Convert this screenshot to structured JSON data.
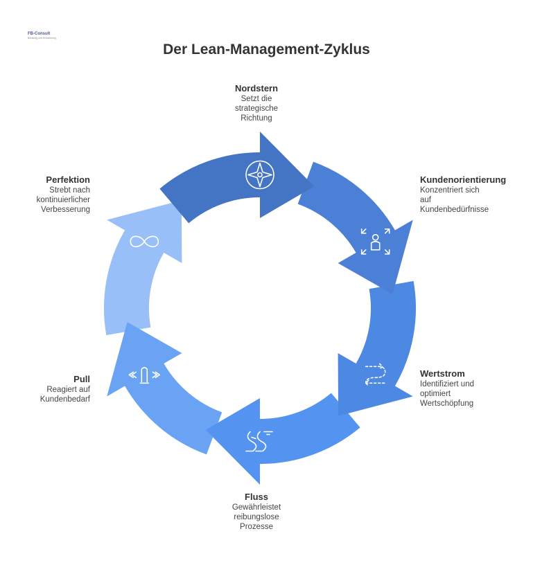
{
  "logo": {
    "text": "FB-Consult",
    "subtext": "Beratung und Entwicklung"
  },
  "title": "Der Lean-Management-Zyklus",
  "stages": [
    {
      "id": "nordstern",
      "title": "Nordstern",
      "description": "Setzt die\nstrategische\nRichtung",
      "icon": "compass-icon",
      "color": "#4474c4"
    },
    {
      "id": "kunden",
      "title": "Kundenorientierung",
      "description": "Konzentriert sich\nauf\nKundenbedürfnisse",
      "icon": "customer-focus-icon",
      "color": "#4c80d6"
    },
    {
      "id": "wertstrom",
      "title": "Wertstrom",
      "description": "Identifiziert und\noptimiert\nWertschöpfung",
      "icon": "value-stream-icon",
      "color": "#4d88e2"
    },
    {
      "id": "fluss",
      "title": "Fluss",
      "description": "Gewährleistet\nreibungslose\nProzesse",
      "icon": "river-icon",
      "color": "#5494f0"
    },
    {
      "id": "pull",
      "title": "Pull",
      "description": "Reagiert auf\nKundenbedarf",
      "icon": "touch-swipe-icon",
      "color": "#6ba3f4"
    },
    {
      "id": "perfektion",
      "title": "Perfektion",
      "description": "Strebt nach\nkontinuierlicher\nVerbesserung",
      "icon": "infinity-icon",
      "color": "#99bff8"
    }
  ]
}
